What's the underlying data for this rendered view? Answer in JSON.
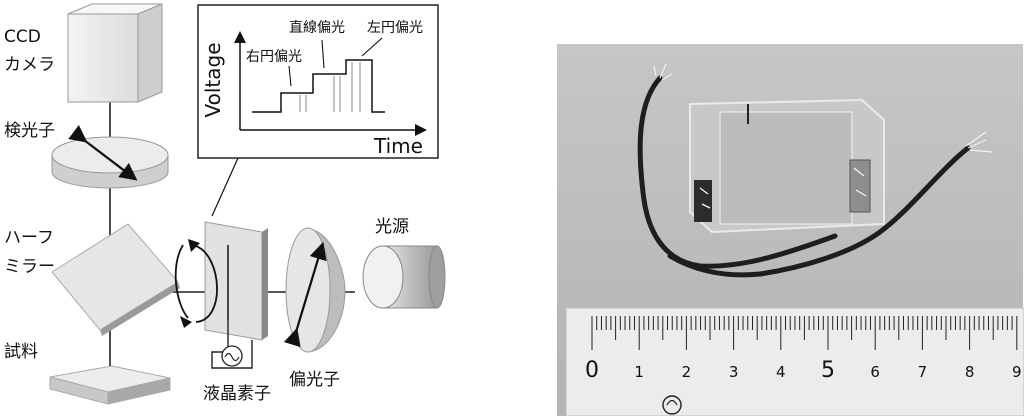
{
  "diagram": {
    "labels": {
      "ccd_camera_line1": "CCD",
      "ccd_camera_line2": "カメラ",
      "analyzer": "検光子",
      "half_mirror_line1": "ハーフ",
      "half_mirror_line2": "ミラー",
      "sample": "試料",
      "light_source": "光源",
      "polarizer": "偏光子",
      "liquid_crystal_element": "液晶素子"
    },
    "inset": {
      "ylabel": "Voltage",
      "xlabel": "Time",
      "step_labels": [
        "右円偏光",
        "直線偏光",
        "左円偏光"
      ]
    }
  },
  "photo": {
    "ruler_numbers": [
      "0",
      "1",
      "2",
      "3",
      "4",
      "5",
      "6",
      "7",
      "8",
      "9"
    ]
  },
  "colors": {
    "ink": "#111111",
    "box_light": "#f0f0f0",
    "box_mid": "#d8d8d8",
    "box_dark": "#b0b0b0",
    "photo_bg": "#bdbdbd",
    "ruler": "#ececec"
  }
}
